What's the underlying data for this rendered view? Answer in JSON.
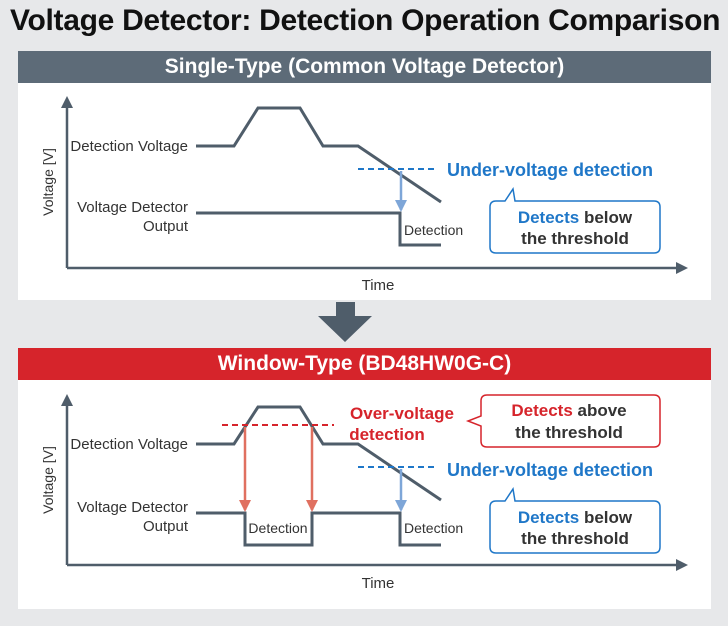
{
  "title": "Voltage Detector: Detection Operation Comparison",
  "single": {
    "header": "Single-Type (Common Voltage Detector)",
    "ylabel": "Voltage [V]",
    "xlabel": "Time",
    "detection_voltage_label": "Detection Voltage",
    "output_label_line1": "Voltage Detector",
    "output_label_line2": "Output",
    "detection_text": "Detection",
    "under_voltage_label": "Under-voltage detection",
    "callout_bold": "Detects",
    "callout_rest": " below",
    "callout_line2": "the threshold"
  },
  "window": {
    "header": "Window-Type (BD48HW0G-C)",
    "ylabel": "Voltage [V]",
    "xlabel": "Time",
    "detection_voltage_label": "Detection Voltage",
    "output_label_line1": "Voltage Detector",
    "output_label_line2": "Output",
    "detection_text_1": "Detection",
    "detection_text_2": "Detection",
    "over_voltage_line1": "Over-voltage",
    "over_voltage_line2": "detection",
    "under_voltage_label": "Under-voltage detection",
    "callout_over_bold": "Detects",
    "callout_over_rest": " above",
    "callout_over_line2": "the threshold",
    "callout_under_bold": "Detects",
    "callout_under_rest": " below",
    "callout_under_line2": "the threshold"
  },
  "colors": {
    "gray_header": "#5d6b78",
    "red_header": "#d6242b",
    "blue": "#1f77c8",
    "red": "#d6242b",
    "line": "#4f5d6a",
    "arrow_down": "#5d6b78"
  }
}
